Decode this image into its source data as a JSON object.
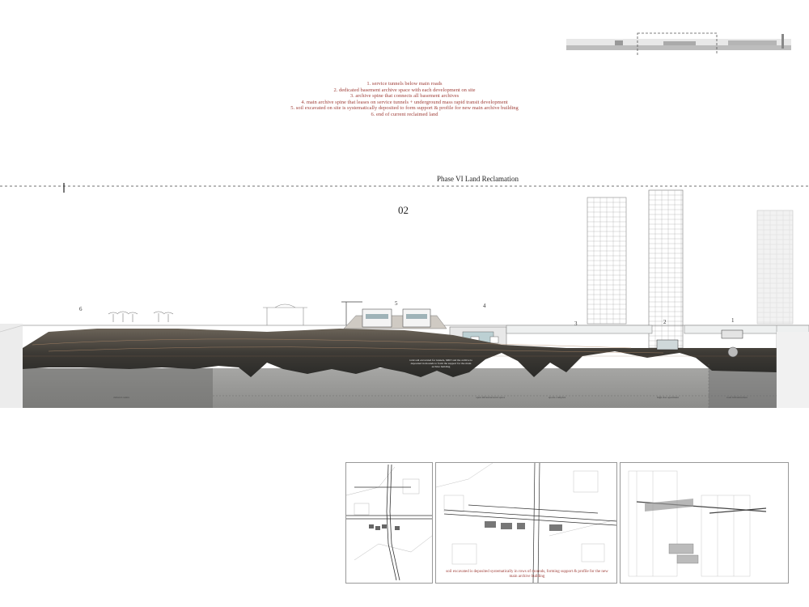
{
  "legend": {
    "items": [
      "1.  service tunnels below main roads",
      "2. dedicated basement archive space with each development on site",
      "3. archive spine that connects all basement archives",
      "4. main archive spine that leases on service tunnels + underground mass rapid transit development",
      "5. soil excavated on site is systematically deposited to form support & profile for new main archive building",
      "6. end of current reclaimed land"
    ]
  },
  "section": {
    "title": "Phase VI Land Reclamation",
    "number": "02",
    "callouts": [
      "1",
      "2",
      "3",
      "4",
      "5",
      "6"
    ],
    "soil_note": "total soil excavated for tunnels, MRT and the archive is deposited in mounds to form the support for the main archive building",
    "zone_labels": [
      "cultural centre",
      "open infrastructural space",
      "sports complex",
      "high rise apartment",
      "road infrastructure"
    ]
  },
  "panels": {
    "caption": "soil excavated is deposited systematically in rows of mounds, forming support & profile for the new main archive building"
  },
  "colors": {
    "legend_text": "#a0403a",
    "soil_dark": "#3a3a38",
    "bedrock": "#9a9a98"
  }
}
